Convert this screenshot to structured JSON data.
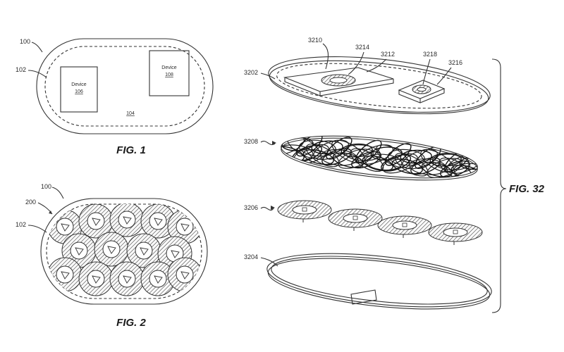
{
  "fig1": {
    "caption": "FIG. 1",
    "refs": {
      "outer": "100",
      "dashed": "102",
      "area": "104"
    },
    "device_a": {
      "title": "Device",
      "ref": "106"
    },
    "device_b": {
      "title": "Device",
      "ref": "108"
    }
  },
  "fig2": {
    "caption": "FIG. 2",
    "refs": {
      "outer": "100",
      "coils": "200",
      "dashed": "102"
    }
  },
  "fig32": {
    "caption": "FIG. 32",
    "refs": {
      "r3210": "3210",
      "r3214": "3214",
      "r3212": "3212",
      "r3218": "3218",
      "r3216": "3216",
      "r3202": "3202",
      "r3208": "3208",
      "r3206": "3206",
      "r3204": "3204"
    }
  },
  "colors": {
    "ink": "#333333",
    "hatch": "#555555",
    "background": "#ffffff"
  }
}
